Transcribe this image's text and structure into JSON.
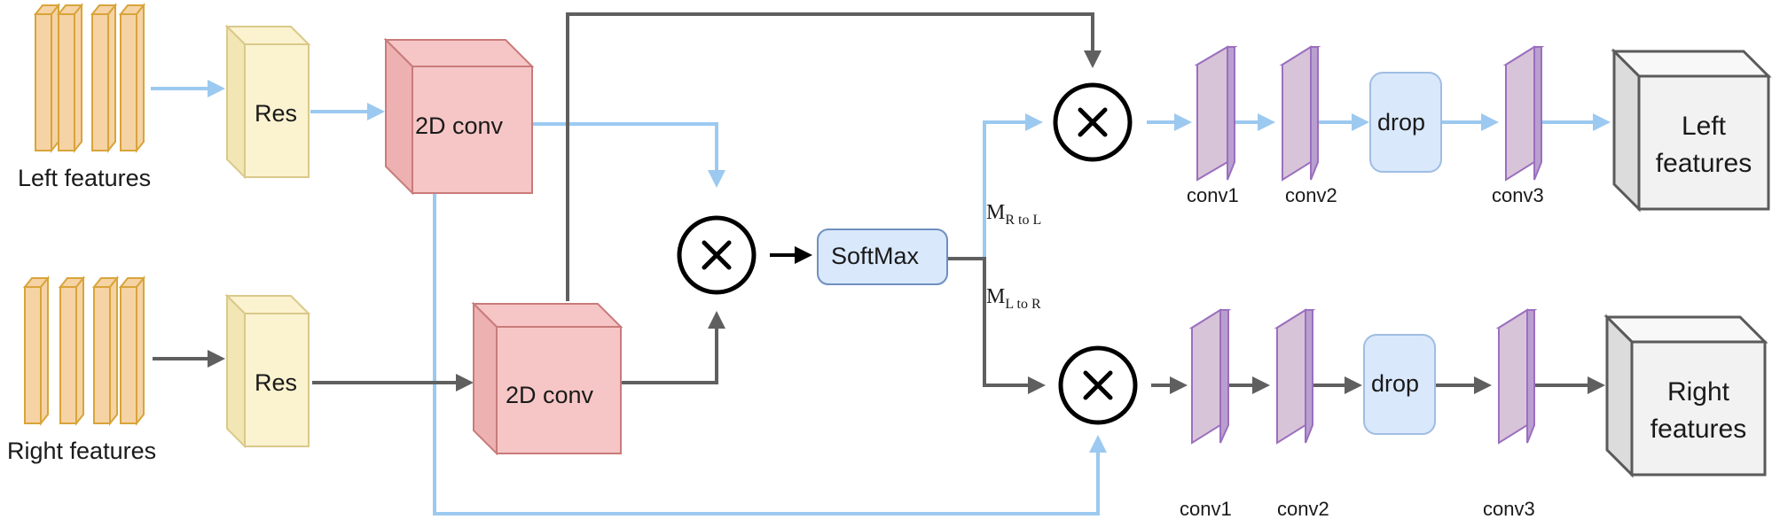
{
  "labels": {
    "left_input": "Left features",
    "right_input": "Right features",
    "res": "Res",
    "conv2d": "2D conv",
    "softmax": "SoftMax",
    "m_rl_main": "M",
    "m_rl_sub": "R to L",
    "m_lr_main": "M",
    "m_lr_sub": "L to R",
    "conv1": "conv1",
    "conv2": "conv2",
    "conv3": "conv3",
    "drop": "drop",
    "left_output_line1": "Left",
    "left_output_line2": "features",
    "right_output_line1": "Right",
    "right_output_line2": "features"
  },
  "colors": {
    "feature_map_fill": "#f5d3a5",
    "feature_map_stroke": "#d9a43a",
    "res_fill": "#fbf2cf",
    "res_stroke": "#d9c98a",
    "conv2d_fill": "#f6c6c6",
    "conv2d_stroke": "#c97b7b",
    "softmax_fill": "#d9e8fb",
    "softmax_stroke": "#6f8fbf",
    "conv_slab_fill": "#d8c4d8",
    "conv_slab_stroke": "#9b6fbf",
    "drop_fill": "#d9e8fb",
    "output_fill": "#f2f2f2",
    "output_stroke": "#5a5a5a",
    "arrow_blue": "#9cc9f0",
    "arrow_gray": "#5f5f5f",
    "arrow_black": "#000000"
  },
  "icons": {
    "multiply": "multiply-icon"
  }
}
